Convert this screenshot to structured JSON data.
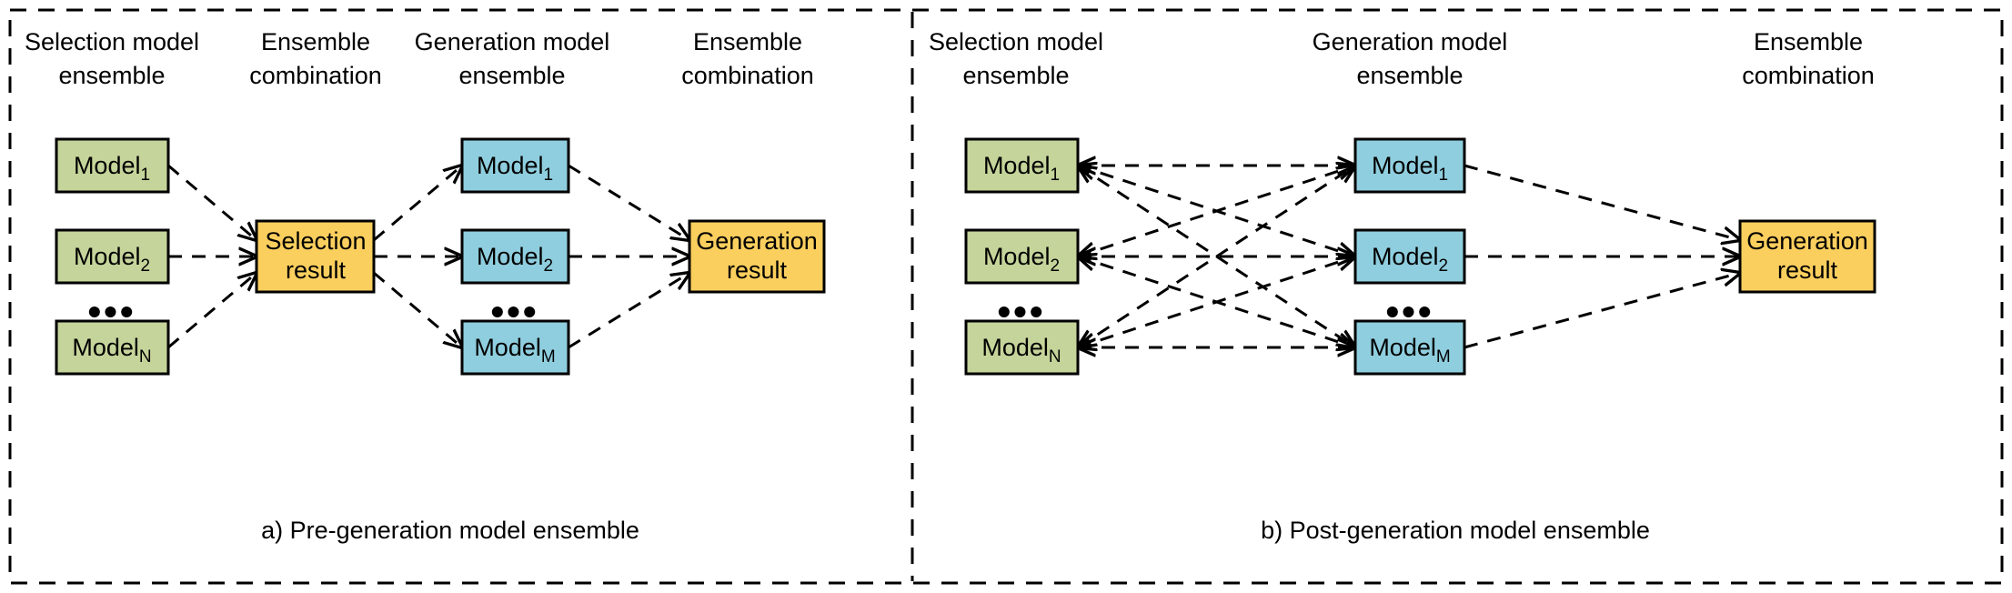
{
  "figure": {
    "background": "#ffffff",
    "outer_border": {
      "style": "dashed",
      "color": "#000000"
    },
    "divider": {
      "style": "dashed",
      "color": "#000000"
    }
  },
  "colors": {
    "selection_model_fill": "#c5d49a",
    "generation_model_fill": "#8fcede",
    "result_fill": "#fbcf5e",
    "stroke": "#000000",
    "edge": "#000000"
  },
  "panels": [
    {
      "id": "panel-a",
      "caption": "a) Pre-generation model ensemble",
      "column_headers": [
        {
          "line1": "Selection model",
          "line2": "ensemble"
        },
        {
          "line1": "Ensemble",
          "line2": "combination"
        },
        {
          "line1": "Generation model",
          "line2": "ensemble"
        },
        {
          "line1": "Ensemble",
          "line2": "combination"
        }
      ],
      "selection_models": [
        {
          "base": "Model",
          "sub": "1"
        },
        {
          "base": "Model",
          "sub": "2"
        },
        {
          "base": "Model",
          "sub": "N"
        }
      ],
      "selection_ellipsis": "•••",
      "selection_result": {
        "line1": "Selection",
        "line2": "result"
      },
      "generation_models": [
        {
          "base": "Model",
          "sub": "1"
        },
        {
          "base": "Model",
          "sub": "2"
        },
        {
          "base": "Model",
          "sub": "M"
        }
      ],
      "generation_ellipsis": "•••",
      "generation_result": {
        "line1": "Generation",
        "line2": "result"
      }
    },
    {
      "id": "panel-b",
      "caption": "b) Post-generation model ensemble",
      "column_headers": [
        {
          "line1": "Selection model",
          "line2": "ensemble"
        },
        {
          "line1": "Generation model",
          "line2": "ensemble"
        },
        {
          "line1": "Ensemble",
          "line2": "combination"
        }
      ],
      "selection_models": [
        {
          "base": "Model",
          "sub": "1"
        },
        {
          "base": "Model",
          "sub": "2"
        },
        {
          "base": "Model",
          "sub": "N"
        }
      ],
      "selection_ellipsis": "•••",
      "generation_models": [
        {
          "base": "Model",
          "sub": "1"
        },
        {
          "base": "Model",
          "sub": "2"
        },
        {
          "base": "Model",
          "sub": "M"
        }
      ],
      "generation_ellipsis": "•••",
      "generation_result": {
        "line1": "Generation",
        "line2": "result"
      }
    }
  ]
}
